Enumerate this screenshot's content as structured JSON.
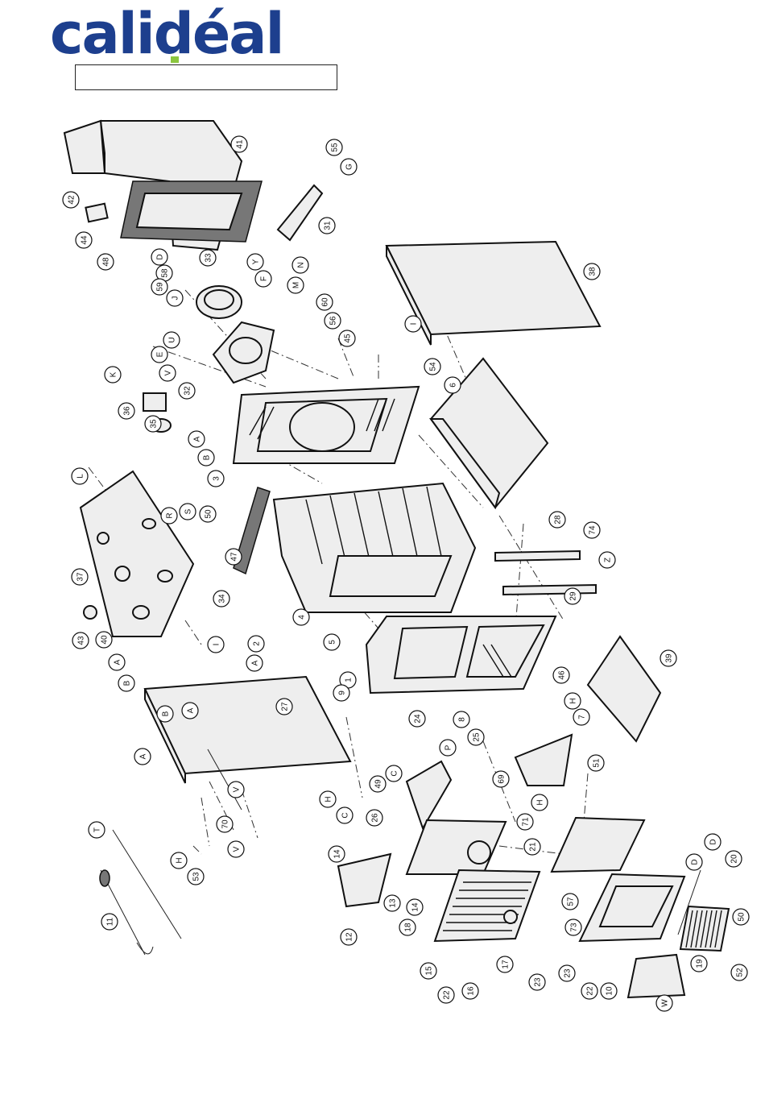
{
  "brand": {
    "name": "calidéal",
    "colors": {
      "primary": "#1d3f8e",
      "accent": "#8cc63f"
    }
  },
  "title_box": {
    "text": ""
  },
  "callouts": [
    "42",
    "41",
    "44",
    "48",
    "55",
    "G",
    "31",
    "38",
    "58",
    "59",
    "D",
    "J",
    "33",
    "Y",
    "F",
    "N",
    "M",
    "60",
    "56",
    "U",
    "E",
    "V",
    "K",
    "36",
    "35",
    "32",
    "45",
    "I",
    "54",
    "6",
    "A",
    "B",
    "3",
    "L",
    "R",
    "S",
    "50",
    "37",
    "47",
    "28",
    "74",
    "Z",
    "29",
    "43",
    "40",
    "34",
    "I",
    "2",
    "A",
    "B",
    "A",
    "B",
    "4",
    "5",
    "1",
    "9",
    "46",
    "39",
    "A",
    "A",
    "27",
    "H",
    "7",
    "24",
    "8",
    "P",
    "25",
    "69",
    "V",
    "H",
    "C",
    "49",
    "C",
    "51",
    "26",
    "H",
    "71",
    "70",
    "V",
    "H",
    "53",
    "T",
    "14",
    "13",
    "14",
    "21",
    "57",
    "20",
    "D",
    "D",
    "50",
    "12",
    "18",
    "73",
    "19",
    "52",
    "11",
    "15",
    "17",
    "23",
    "22",
    "16",
    "23",
    "22",
    "10",
    "W"
  ]
}
